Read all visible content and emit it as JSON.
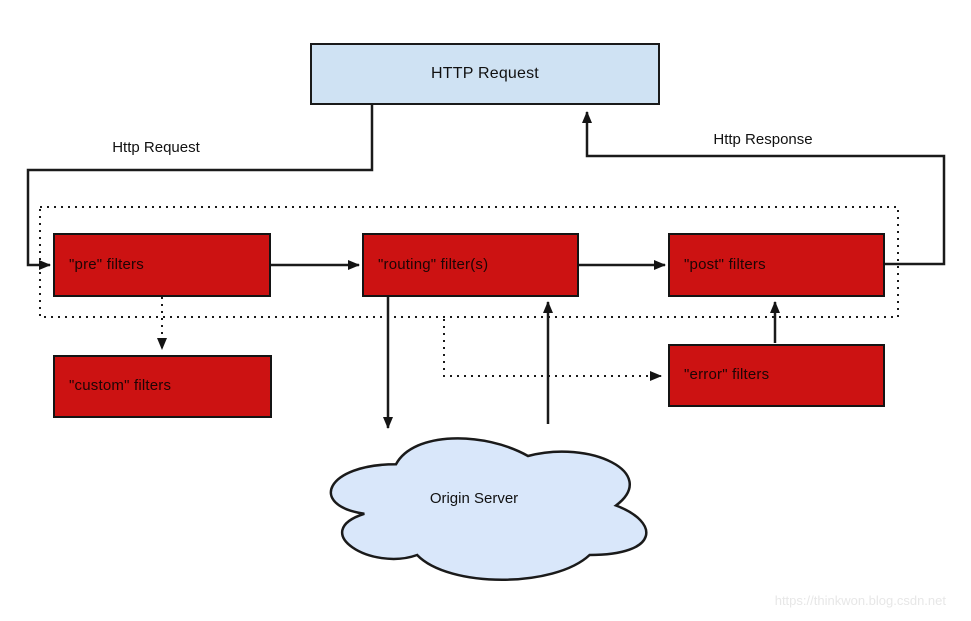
{
  "colors": {
    "background": "#ffffff",
    "filter-fill": "#cc1212",
    "filter-border": "#141414",
    "blue-fill": "#cfe2f3",
    "cloud-fill": "#d9e7fa",
    "line": "#1a1a1a",
    "watermark": "#e7e7e7"
  },
  "diagram": {
    "http_request_box": "HTTP Request",
    "edge_labels": {
      "request": "Http Request",
      "response": "Http Response"
    },
    "nodes": {
      "pre": "\"pre\" filters",
      "routing": "\"routing\" filter(s)",
      "post": "\"post\" filters",
      "custom": "\"custom\" filters",
      "error": "\"error\" filters"
    },
    "cloud": "Origin Server",
    "watermark": "https://thinkwon.blog.csdn.net"
  }
}
